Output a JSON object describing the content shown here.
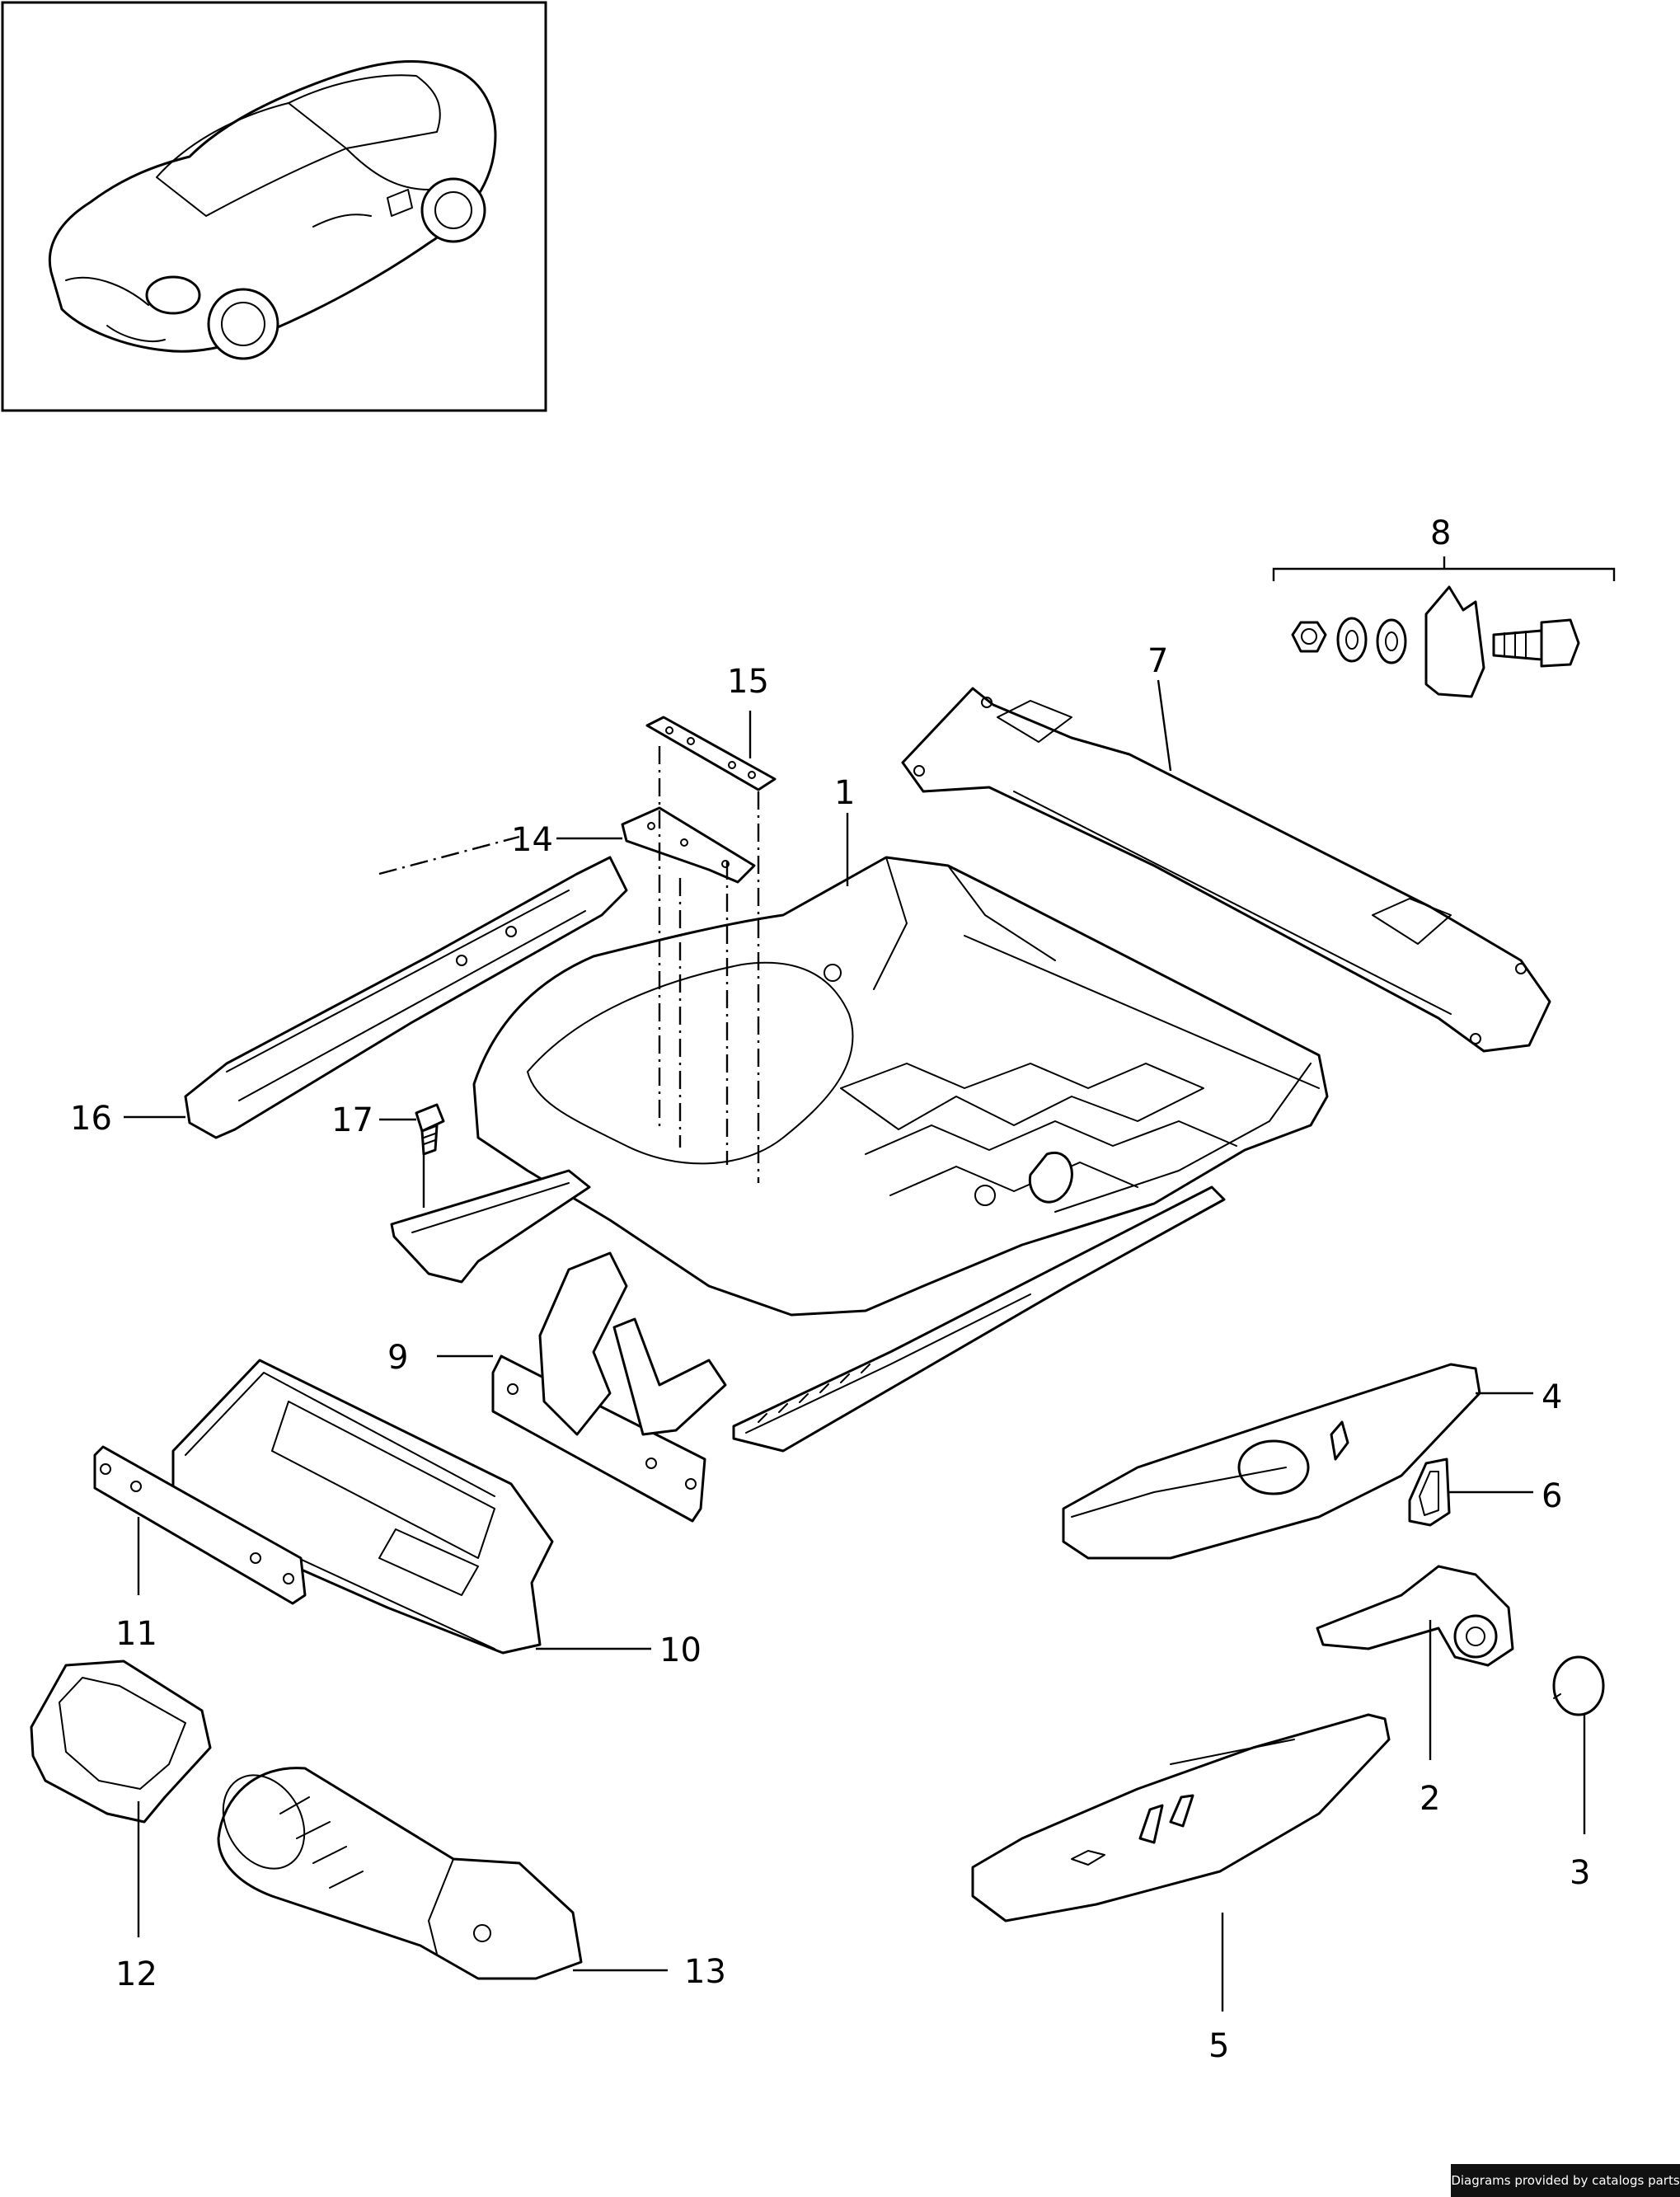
{
  "callouts": [
    {
      "id": "1",
      "label": "1"
    },
    {
      "id": "2",
      "label": "2"
    },
    {
      "id": "3",
      "label": "3"
    },
    {
      "id": "4",
      "label": "4"
    },
    {
      "id": "5",
      "label": "5"
    },
    {
      "id": "6",
      "label": "6"
    },
    {
      "id": "7",
      "label": "7"
    },
    {
      "id": "8",
      "label": "8"
    },
    {
      "id": "9",
      "label": "9"
    },
    {
      "id": "10",
      "label": "10"
    },
    {
      "id": "11",
      "label": "11"
    },
    {
      "id": "12",
      "label": "12"
    },
    {
      "id": "13",
      "label": "13"
    },
    {
      "id": "14",
      "label": "14"
    },
    {
      "id": "15",
      "label": "15"
    },
    {
      "id": "16",
      "label": "16"
    },
    {
      "id": "17",
      "label": "17"
    }
  ],
  "footer": {
    "text": "Diagrams provided by catalogs parts"
  }
}
